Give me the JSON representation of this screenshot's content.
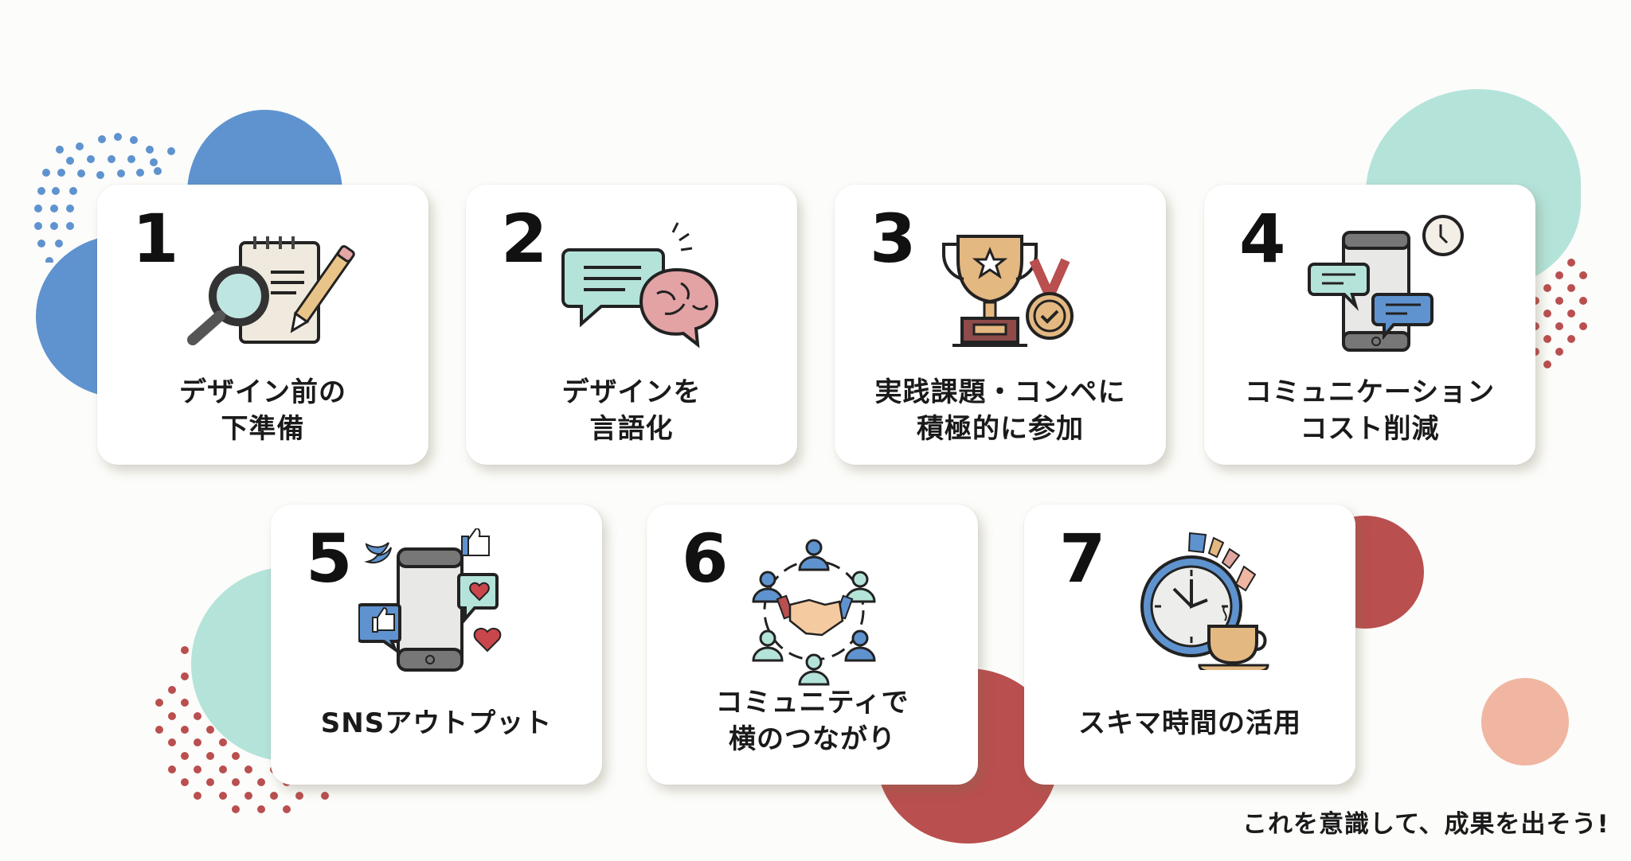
{
  "colors": {
    "blue": "#5f93cf",
    "mint": "#b4e3da",
    "red": "#b94f4f",
    "peach": "#f0b6a2",
    "card": "#ffffff",
    "background": "#fcfcfa",
    "text": "#1a1a1a"
  },
  "cards": [
    {
      "number": "1",
      "label": "デザイン前の\n下準備",
      "icon": "notepad-magnifier-pencil-icon"
    },
    {
      "number": "2",
      "label": "デザインを\n言語化",
      "icon": "speech-bubble-brain-icon"
    },
    {
      "number": "3",
      "label": "実践課題・コンペに\n積極的に参加",
      "icon": "trophy-medal-icon"
    },
    {
      "number": "4",
      "label": "コミュニケーション\nコスト削減",
      "icon": "phone-chat-clock-icon"
    },
    {
      "number": "5",
      "label": "SNSアウトプット",
      "icon": "phone-social-likes-icon"
    },
    {
      "number": "6",
      "label": "コミュニティで\n横のつながり",
      "icon": "community-handshake-icon"
    },
    {
      "number": "7",
      "label": "スキマ時間の活用",
      "icon": "clock-coffee-icon"
    }
  ],
  "footer": {
    "message": "これを意識して、成果を出そう!"
  }
}
